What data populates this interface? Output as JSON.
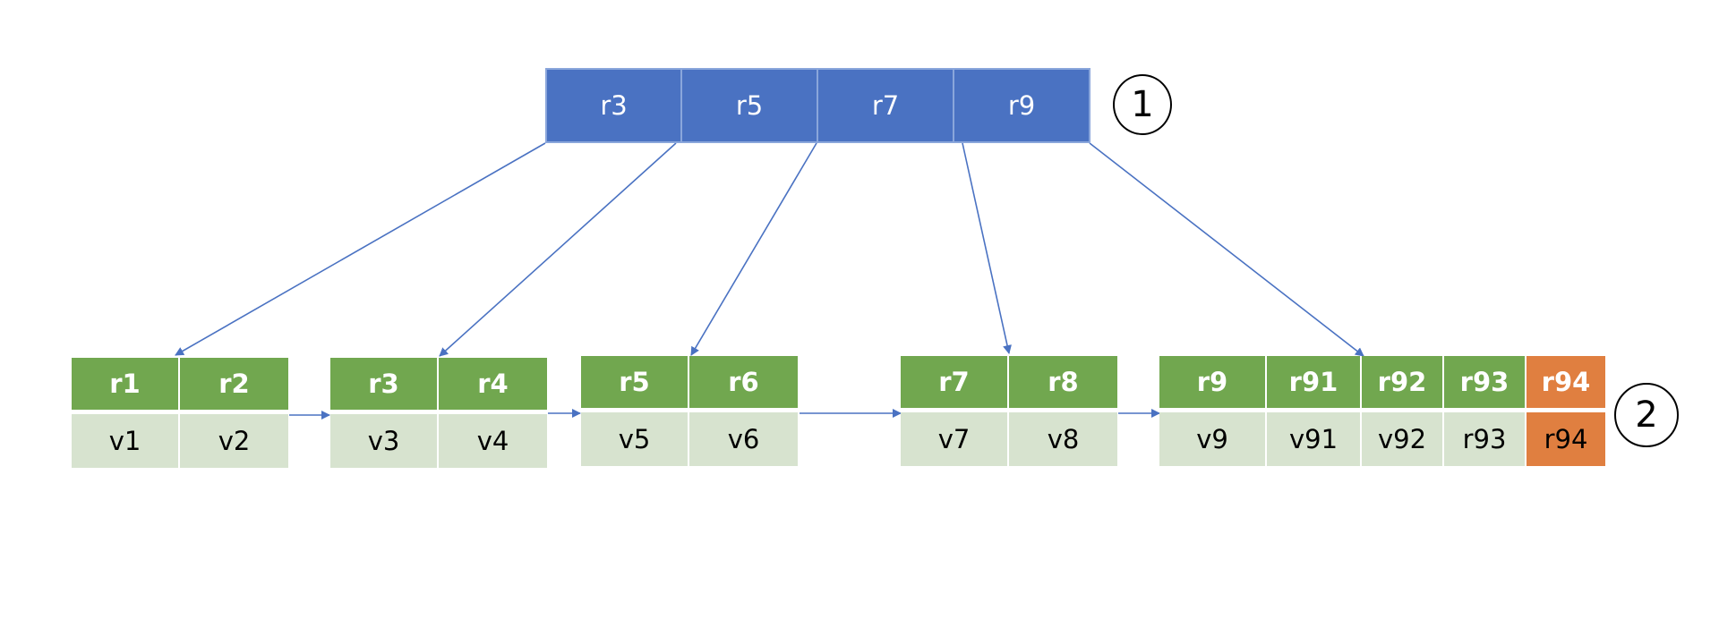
{
  "colors": {
    "root_fill": "#4a72c2",
    "leaf_key_fill": "#71a74f",
    "leaf_value_fill": "#d7e3cf",
    "highlight_fill": "#e07f40",
    "pointer_line": "#4a72c2"
  },
  "root": {
    "keys": [
      "r3",
      "r5",
      "r7",
      "r9"
    ],
    "badge": "1"
  },
  "leaves": {
    "badge": "2",
    "nodes": [
      {
        "keys": [
          "r1",
          "r2"
        ],
        "values": [
          "v1",
          "v2"
        ]
      },
      {
        "keys": [
          "r3",
          "r4"
        ],
        "values": [
          "v3",
          "v4"
        ]
      },
      {
        "keys": [
          "r5",
          "r6"
        ],
        "values": [
          "v5",
          "v6"
        ]
      },
      {
        "keys": [
          "r7",
          "r8"
        ],
        "values": [
          "v7",
          "v8"
        ]
      },
      {
        "keys": [
          "r9",
          "r91",
          "r92",
          "r93",
          "r94"
        ],
        "values": [
          "v9",
          "v91",
          "v92",
          "r93",
          "r94"
        ],
        "highlighted": [
          "r94"
        ]
      }
    ]
  }
}
